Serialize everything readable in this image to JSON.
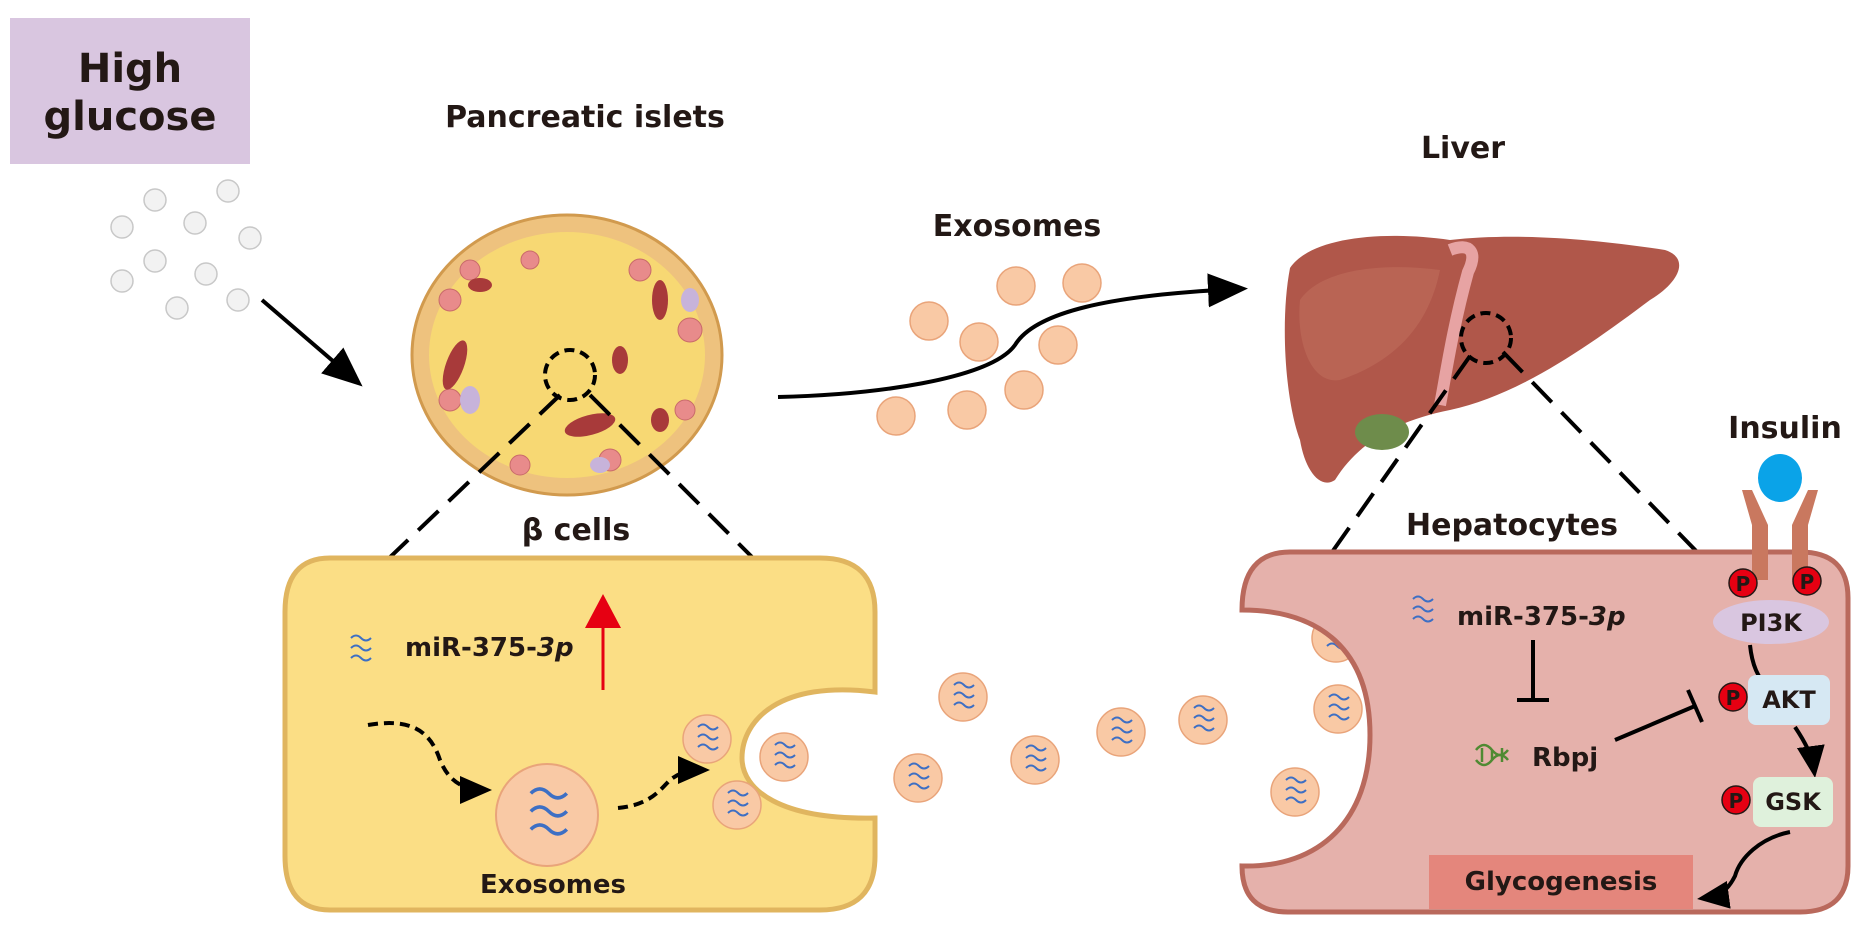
{
  "labels": {
    "high_glucose_line1": "High",
    "high_glucose_line2": "glucose",
    "pancreatic_islets": "Pancreatic islets",
    "exosomes_top": "Exosomes",
    "liver": "Liver",
    "beta_cells": "β cells",
    "mirna_left_prefix": "miR-375-",
    "mirna_left_suffix": "3p",
    "exosomes_bottom": "Exosomes",
    "hepatocytes": "Hepatocytes",
    "mirna_right_prefix": "miR-375-",
    "mirna_right_suffix": "3p",
    "rbpj": "Rbpj",
    "insulin": "Insulin",
    "pi3k": "PI3K",
    "akt": "AKT",
    "gsk": "GSK",
    "glycogenesis": "Glycogenesis",
    "phospho": "P"
  },
  "colors": {
    "high_glucose_box": "#d9c6e0",
    "beta_cell_fill": "#fbde85",
    "beta_cell_border": "#e0b55f",
    "hepatocyte_fill": "#e5b1ab",
    "hepatocyte_border": "#b9695c",
    "exosome": "#f9c9a5",
    "exosome_border": "#e9a47a",
    "liver": "#b0574a",
    "insulin": "#0aa3e8",
    "receptor": "#c9785f",
    "phospho": "#e60012",
    "pi3k": "#d9c6e0",
    "akt": "#d6e8f3",
    "gsk": "#dff1dc",
    "glycogenesis": "#e4867c",
    "upregulation_arrow": "#e60012",
    "mirna_strand": "#3d6fc4",
    "rbpj_gene": "#4f8a32"
  }
}
